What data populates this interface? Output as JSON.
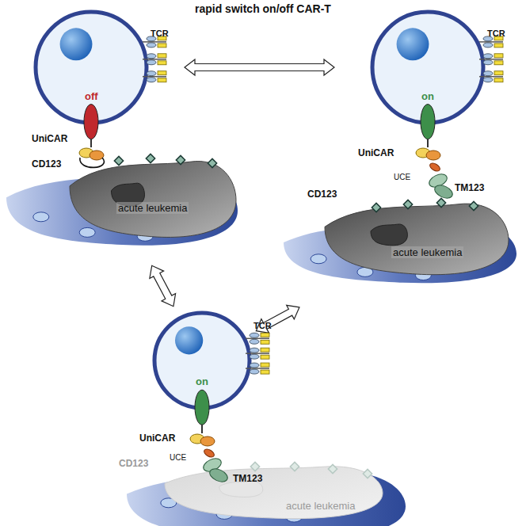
{
  "diagram": {
    "title": "rapid switch on/off CAR-T",
    "nodes": [
      {
        "text": [
          "off"
        ]
      },
      {
        "text": [
          "acute leukemia"
        ]
      },
      {
        "text": [
          "on"
        ]
      },
      {
        "text": [
          "acute leukemia"
        ]
      },
      {
        "text": [
          "on"
        ]
      },
      {
        "text": [
          "acute leukemia"
        ]
      }
    ],
    "edges": [
      {
        "from": 0,
        "to": 2,
        "arrow": "both"
      },
      {
        "from": 1,
        "to": 4,
        "arrow": "both"
      },
      {
        "from": 3,
        "to": 4,
        "arrow": "both"
      }
    ],
    "labels": [
      "TCR",
      "UniCAR",
      "CD123",
      "TCR",
      "UniCAR",
      "UCE",
      "TM123",
      "CD123",
      "TCR",
      "UniCAR",
      "UCE",
      "TM123",
      "CD123"
    ]
  }
}
